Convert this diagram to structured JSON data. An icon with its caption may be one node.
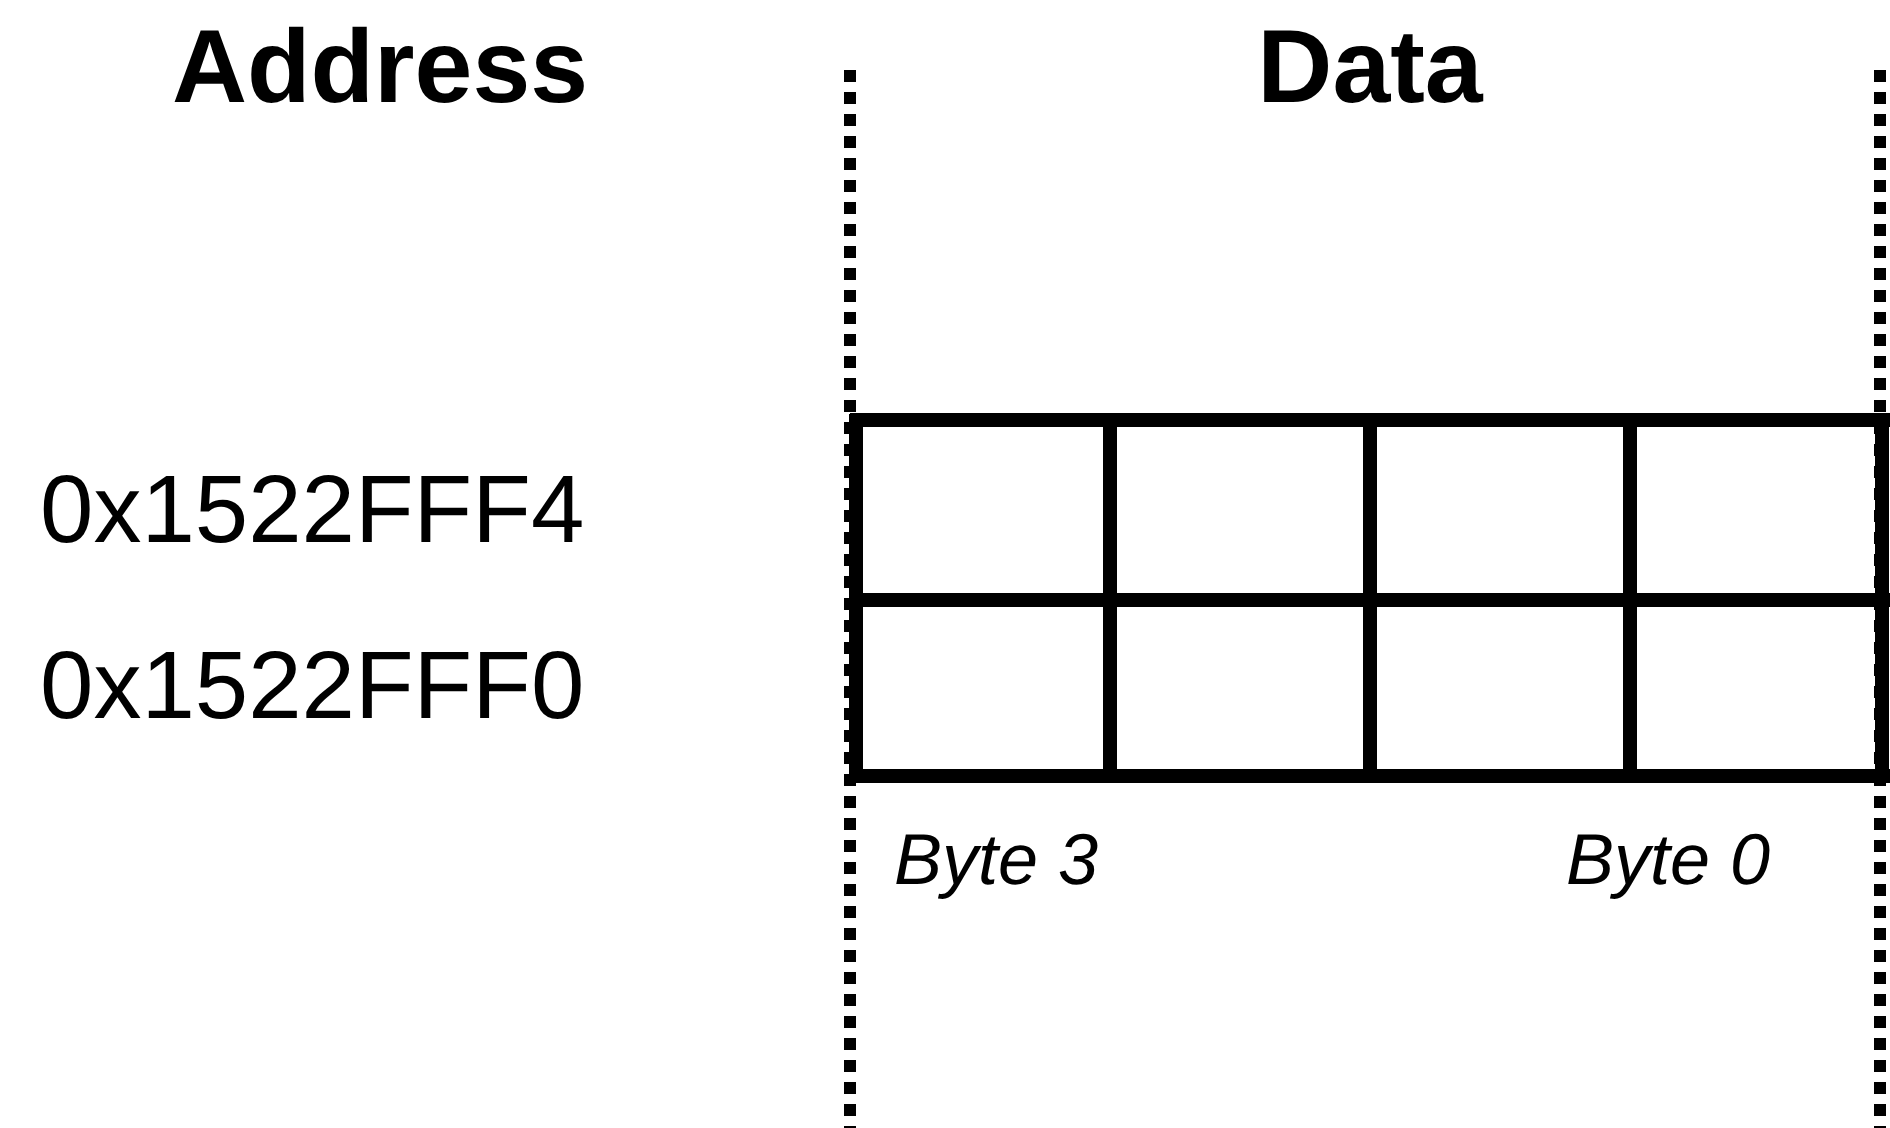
{
  "diagram": {
    "labels": [
      "Address",
      "Data",
      "0x1522FFF4",
      "0x1522FFF0",
      "Byte 3",
      "Byte 0"
    ]
  }
}
